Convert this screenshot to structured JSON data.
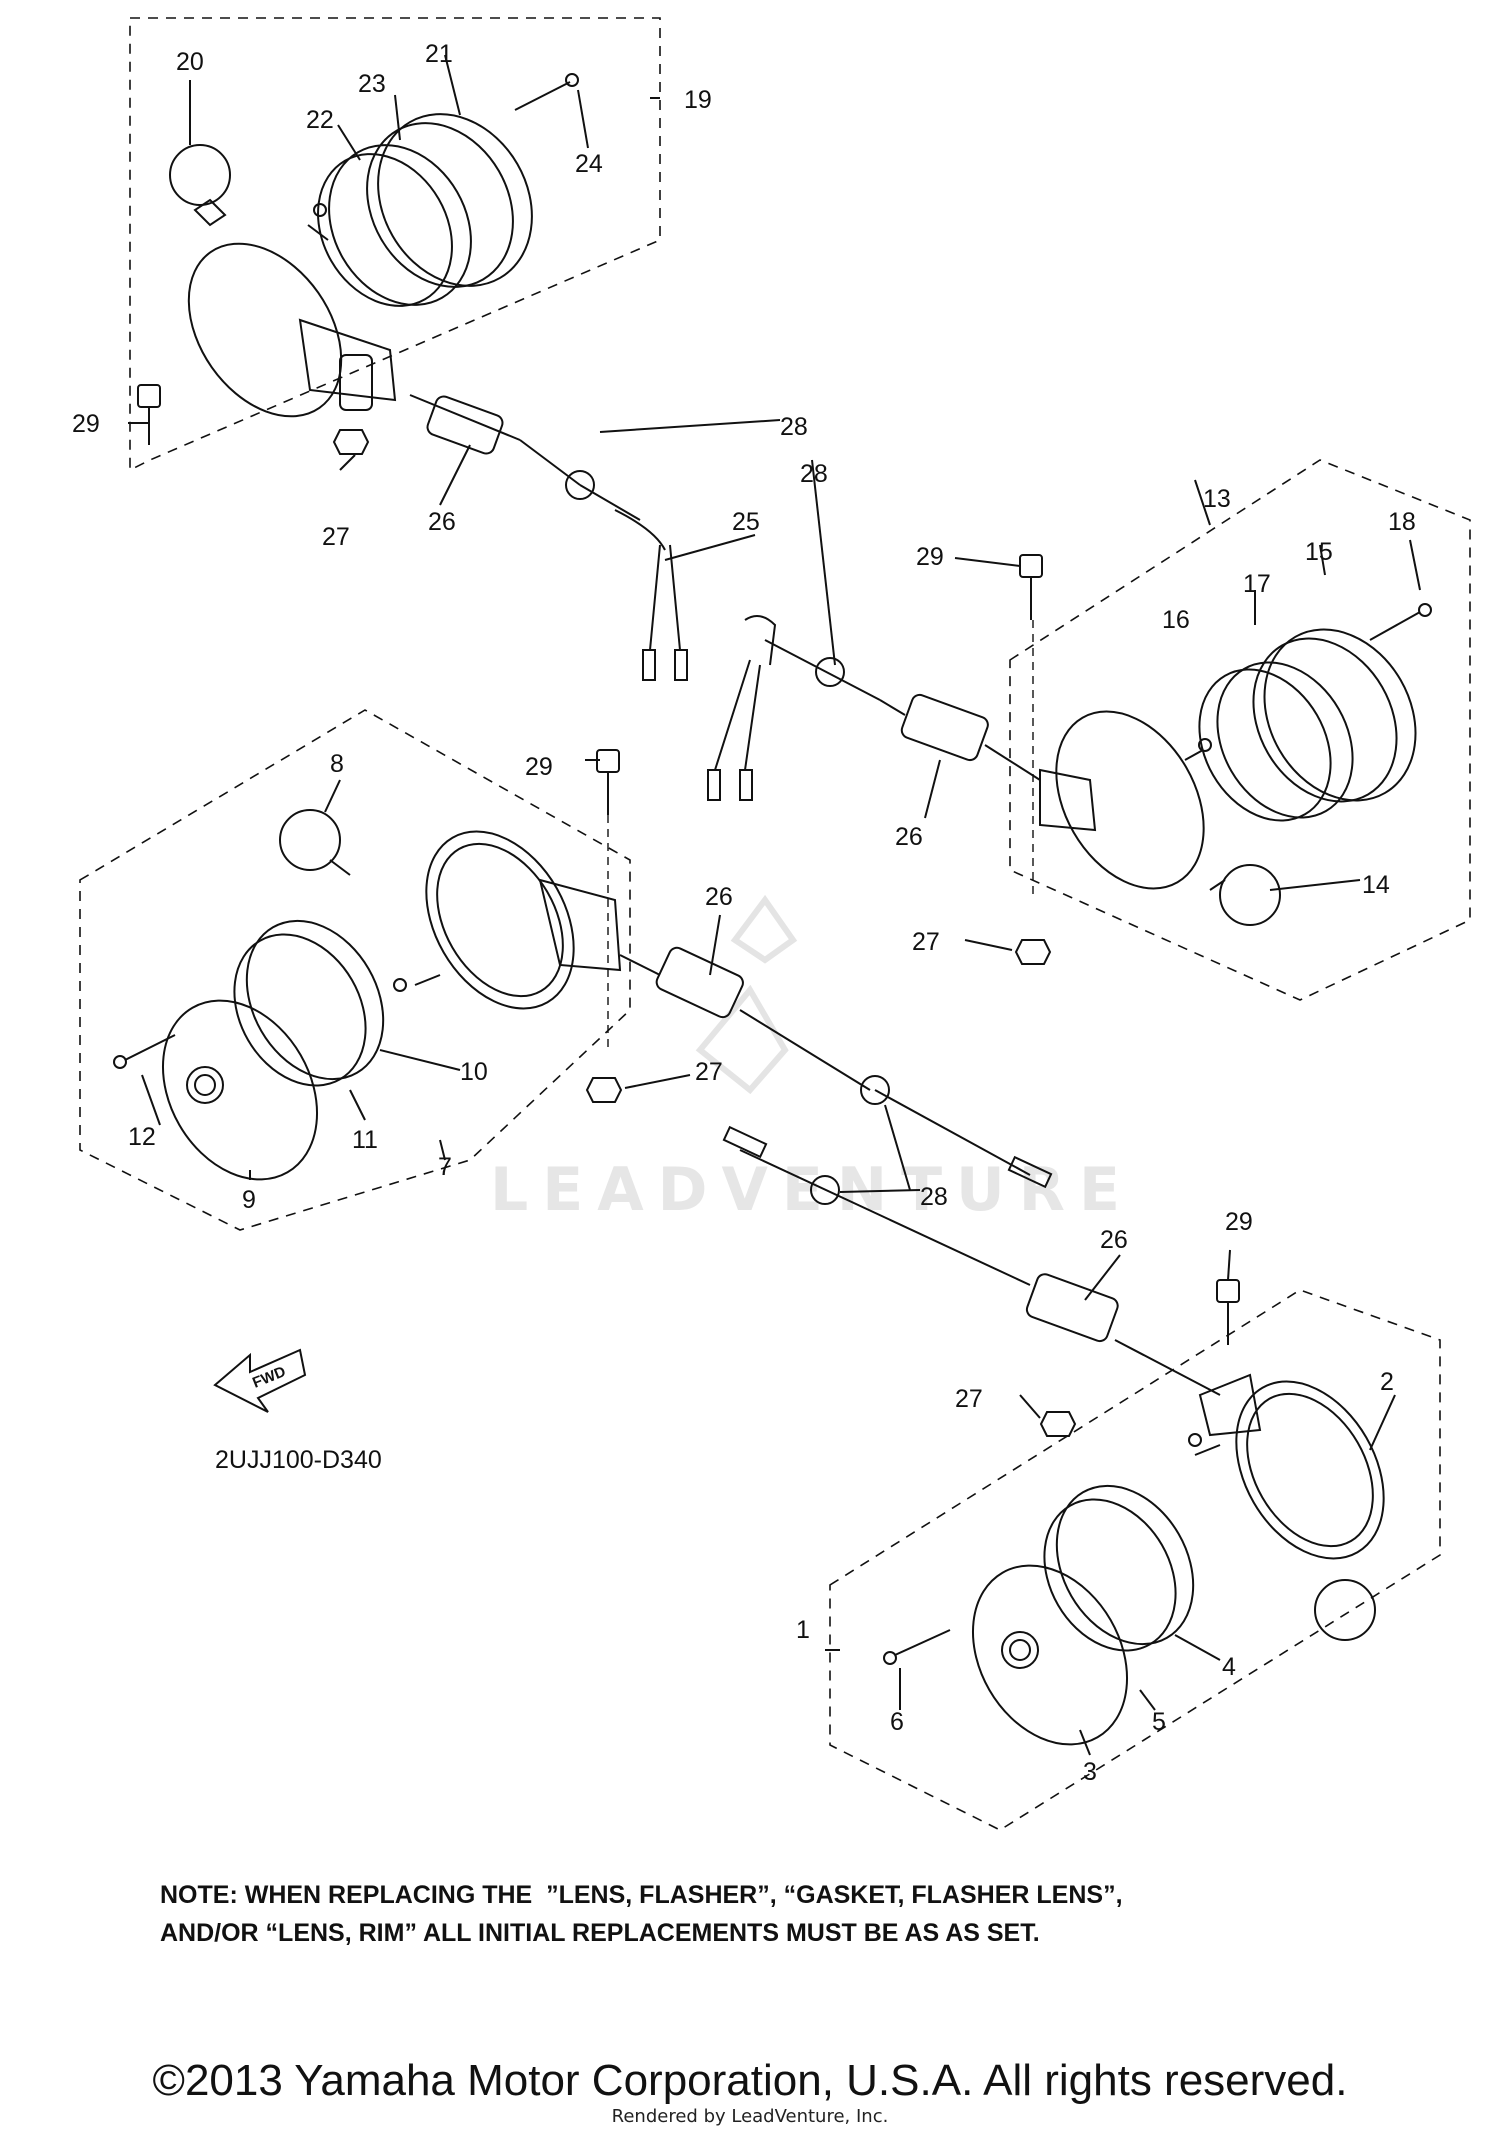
{
  "diagram_code": "2UJJ100-D340",
  "watermark_text": "LEADVENTURE",
  "fwd_label": "FWD",
  "callouts": [
    "1",
    "2",
    "3",
    "4",
    "5",
    "6",
    "7",
    "8",
    "9",
    "10",
    "11",
    "12",
    "13",
    "14",
    "15",
    "16",
    "17",
    "18",
    "19",
    "20",
    "21",
    "22",
    "23",
    "24",
    "25",
    "26",
    "27",
    "28",
    "29"
  ],
  "note": {
    "line1": "NOTE: WHEN REPLACING THE  ”LENS, FLASHER”, “GASKET, FLASHER LENS”,",
    "line2": "AND/OR “LENS, RIM” ALL INITIAL REPLACEMENTS MUST BE AS AS SET."
  },
  "copyright": "©2013 Yamaha Motor Corporation, U.S.A. All rights reserved.",
  "rendered_by": "Rendered by LeadVenture, Inc.",
  "colors": {
    "ink": "#111111",
    "watermark": "#e6e6e6"
  }
}
